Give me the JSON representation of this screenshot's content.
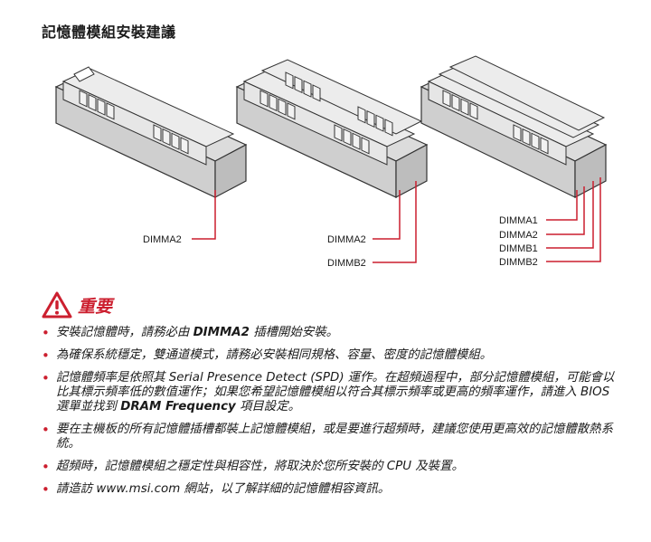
{
  "page": {
    "title": "記憶體模組安裝建議"
  },
  "diagrams": [
    {
      "slots": 2,
      "labels": [
        "DIMMA2"
      ]
    },
    {
      "slots": 4,
      "labels": [
        "DIMMA2",
        "DIMMB2"
      ]
    },
    {
      "slots": 4,
      "labels": [
        "DIMMA1",
        "DIMMA2",
        "DIMMB1",
        "DIMMB2"
      ]
    }
  ],
  "warning": {
    "title": "重要",
    "icon": "warning-triangle-icon"
  },
  "notes": [
    {
      "pre": "安裝記憶體時，請務必由 ",
      "bold": "DIMMA2",
      "post": " 插槽開始安裝。"
    },
    {
      "pre": "為確保系統穩定，雙通道模式，請務必安裝相同規格、容量、密度的記憶體模組。",
      "bold": "",
      "post": ""
    },
    {
      "pre": "記憶體頻率是依照其 Serial Presence Detect (SPD) 運作。在超頻過程中，部分記憶體模組，可能會以比其標示頻率低的數值運作；如果您希望記憶體模組以符合其標示頻率或更高的頻率運作，請進入 BIOS 選單並找到 ",
      "bold": "DRAM Frequency",
      "post": " 項目設定。"
    },
    {
      "pre": "要在主機板的所有記憶體插槽都裝上記憶體模組，或是要進行超頻時，建議您使用更高效的記憶體散熱系統。",
      "bold": "",
      "post": ""
    },
    {
      "pre": "超頻時，記憶體模組之穩定性與相容性，將取決於您所安裝的 CPU 及裝置。",
      "bold": "",
      "post": ""
    },
    {
      "pre": "請造訪 www.msi.com 網站，以了解詳細的記憶體相容資訊。",
      "bold": "",
      "post": ""
    }
  ],
  "colors": {
    "accent": "#cc1f2f",
    "slot_fill": "#e4e4e4",
    "line": "#333333"
  }
}
